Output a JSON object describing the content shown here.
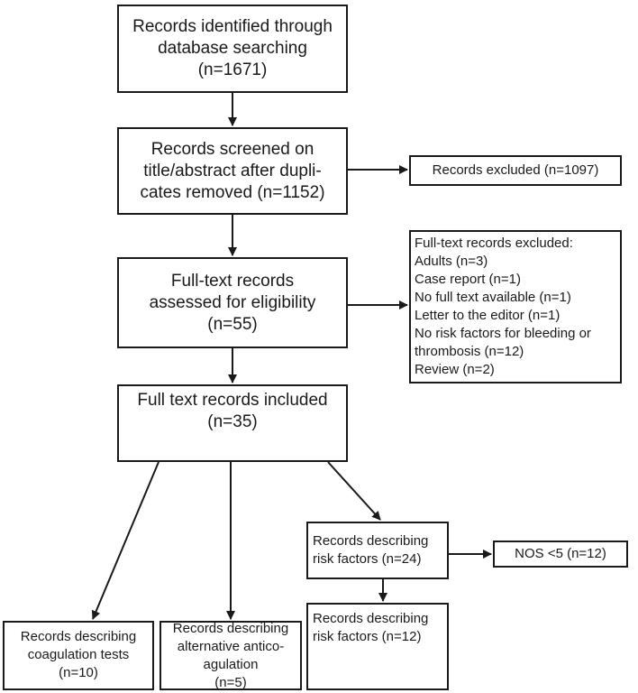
{
  "flowchart": {
    "identified": [
      "Records identified through",
      "database searching",
      "(n=1671)"
    ],
    "screened": [
      "Records screened on",
      "title/abstract after dupli-",
      "cates removed (n=1152)"
    ],
    "excluded": [
      "Records excluded (n=1097)"
    ],
    "assessed": [
      "Full-text records",
      "assessed for eligibility",
      "(n=55)"
    ],
    "fulltext_excluded": [
      "Full-text records excluded:",
      "Adults (n=3)",
      "Case report (n=1)",
      "No full text available (n=1)",
      "Letter to the editor (n=1)",
      "No risk factors for bleeding or",
      "thrombosis (n=12)",
      "Review (n=2)"
    ],
    "included": [
      "Full text records included",
      "(n=35)"
    ],
    "risk_factors_24": [
      "Records describing",
      "risk factors (n=24)"
    ],
    "nos": [
      "NOS <5 (n=12)"
    ],
    "coagulation": [
      "Records describing",
      "coagulation tests",
      "(n=10)"
    ],
    "alternative": [
      "Records describing",
      "alternative antico-",
      "agulation",
      "(n=5)"
    ],
    "risk_factors_12": [
      "Records describing",
      "risk factors (n=12)"
    ]
  }
}
